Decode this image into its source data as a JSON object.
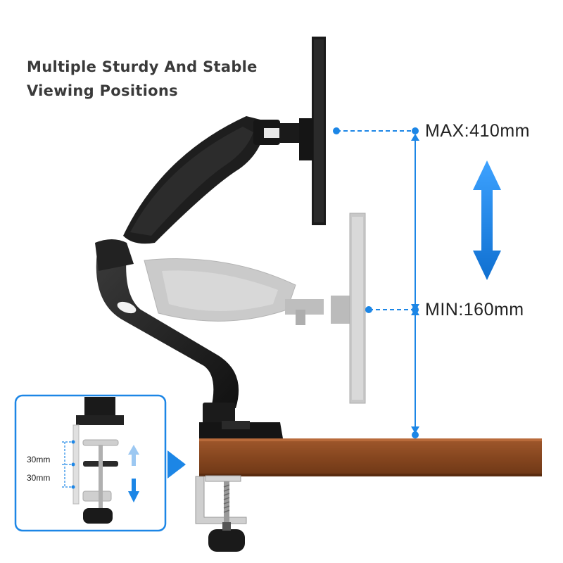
{
  "headline": {
    "line1": "Multiple Sturdy And Stable",
    "line2": "Viewing Positions"
  },
  "max_height_label": "MAX:410mm",
  "min_height_label": "MIN:160mm",
  "inset": {
    "upper_step_label": "30mm",
    "lower_step_label": "30mm"
  },
  "colors": {
    "accent_blue": "#1c86e6",
    "desk_wood": "#8a4a25",
    "arm_black": "#1c1c1c",
    "ghost_gray": "#c4c4c4"
  },
  "icons": [
    "up-down-arrow-icon",
    "pointer-triangle-icon",
    "up-arrow-icon",
    "down-arrow-icon"
  ]
}
